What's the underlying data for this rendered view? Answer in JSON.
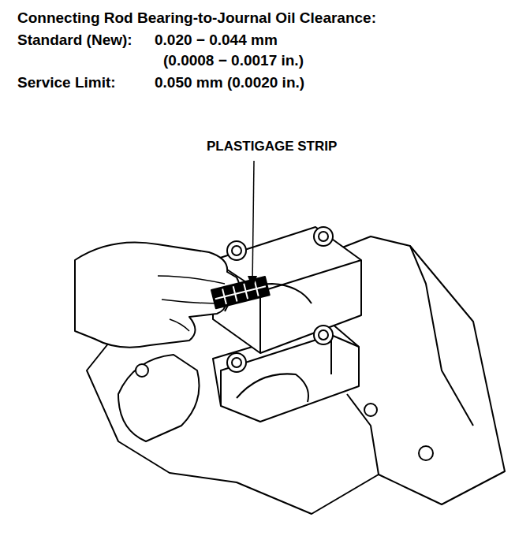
{
  "diagram": {
    "title": "Connecting Rod Bearing-to-Journal Oil Clearance:",
    "labels": [
      "Standard (New):",
      "0.020 − 0.044 mm",
      "(0.0008 − 0.0017 in.)",
      "Service Limit:",
      "0.050 mm (0.0020 in.)",
      "PLASTIGAGE STRIP"
    ]
  }
}
